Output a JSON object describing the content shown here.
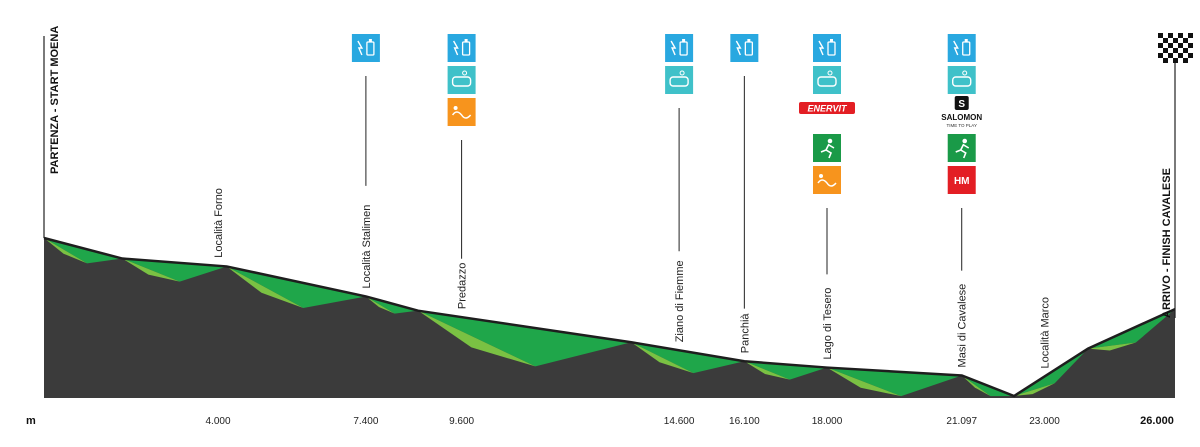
{
  "axis": {
    "unit_label": "m",
    "total_km": 26.0,
    "finish_km_label": "26.000"
  },
  "start_label": "PARTENZA - START MOENA",
  "finish_label": "ARRIVO - FINISH CAVALESE",
  "locations": [
    {
      "name": "Località Forno",
      "km": 4.0,
      "km_label": "4.000",
      "services": []
    },
    {
      "name": "Località Stalimen",
      "km": 7.4,
      "km_label": "7.400",
      "services": [
        "refreshment"
      ]
    },
    {
      "name": "Predazzo",
      "km": 9.6,
      "km_label": "9.600",
      "services": [
        "refreshment",
        "sponge",
        "massage"
      ]
    },
    {
      "name": "Ziano di Fiemme",
      "km": 14.6,
      "km_label": "14.600",
      "services": [
        "refreshment",
        "sponge"
      ]
    },
    {
      "name": "Panchià",
      "km": 16.1,
      "km_label": "16.100",
      "services": [
        "refreshment"
      ]
    },
    {
      "name": "Lago di Tesero",
      "km": 18.0,
      "km_label": "18.000",
      "services": [
        "refreshment",
        "sponge",
        "enervit",
        "runner",
        "massage"
      ]
    },
    {
      "name": "Masi di Cavalese",
      "km": 21.097,
      "km_label": "21.097",
      "services": [
        "refreshment",
        "sponge",
        "salomon",
        "runner",
        "hm"
      ]
    },
    {
      "name": "Località Marco",
      "km": 23.0,
      "km_label": "23.000",
      "services": []
    }
  ],
  "profile": [
    {
      "km": 0.0,
      "rel": 1.0
    },
    {
      "km": 1.8,
      "rel": 0.87
    },
    {
      "km": 4.2,
      "rel": 0.82
    },
    {
      "km": 7.4,
      "rel": 0.63
    },
    {
      "km": 8.6,
      "rel": 0.54
    },
    {
      "km": 13.5,
      "rel": 0.34
    },
    {
      "km": 16.1,
      "rel": 0.22
    },
    {
      "km": 18.0,
      "rel": 0.18
    },
    {
      "km": 21.1,
      "rel": 0.13
    },
    {
      "km": 22.3,
      "rel": 0.0
    },
    {
      "km": 24.0,
      "rel": 0.3
    },
    {
      "km": 26.0,
      "rel": 0.55
    }
  ],
  "brands": {
    "enervit": "ENERVIT",
    "salomon": "SALOMON",
    "salomon_tag": "TIME TO PLAY",
    "hm": "HM"
  },
  "colors": {
    "terrain": "#3b3b3b",
    "green_dark": "#1fa64a",
    "green_light": "#7ac143",
    "blue": "#29a8e0",
    "teal": "#3fc1c9",
    "orange": "#f7941d",
    "green_icon": "#1a9a48",
    "red": "#e31e24"
  }
}
